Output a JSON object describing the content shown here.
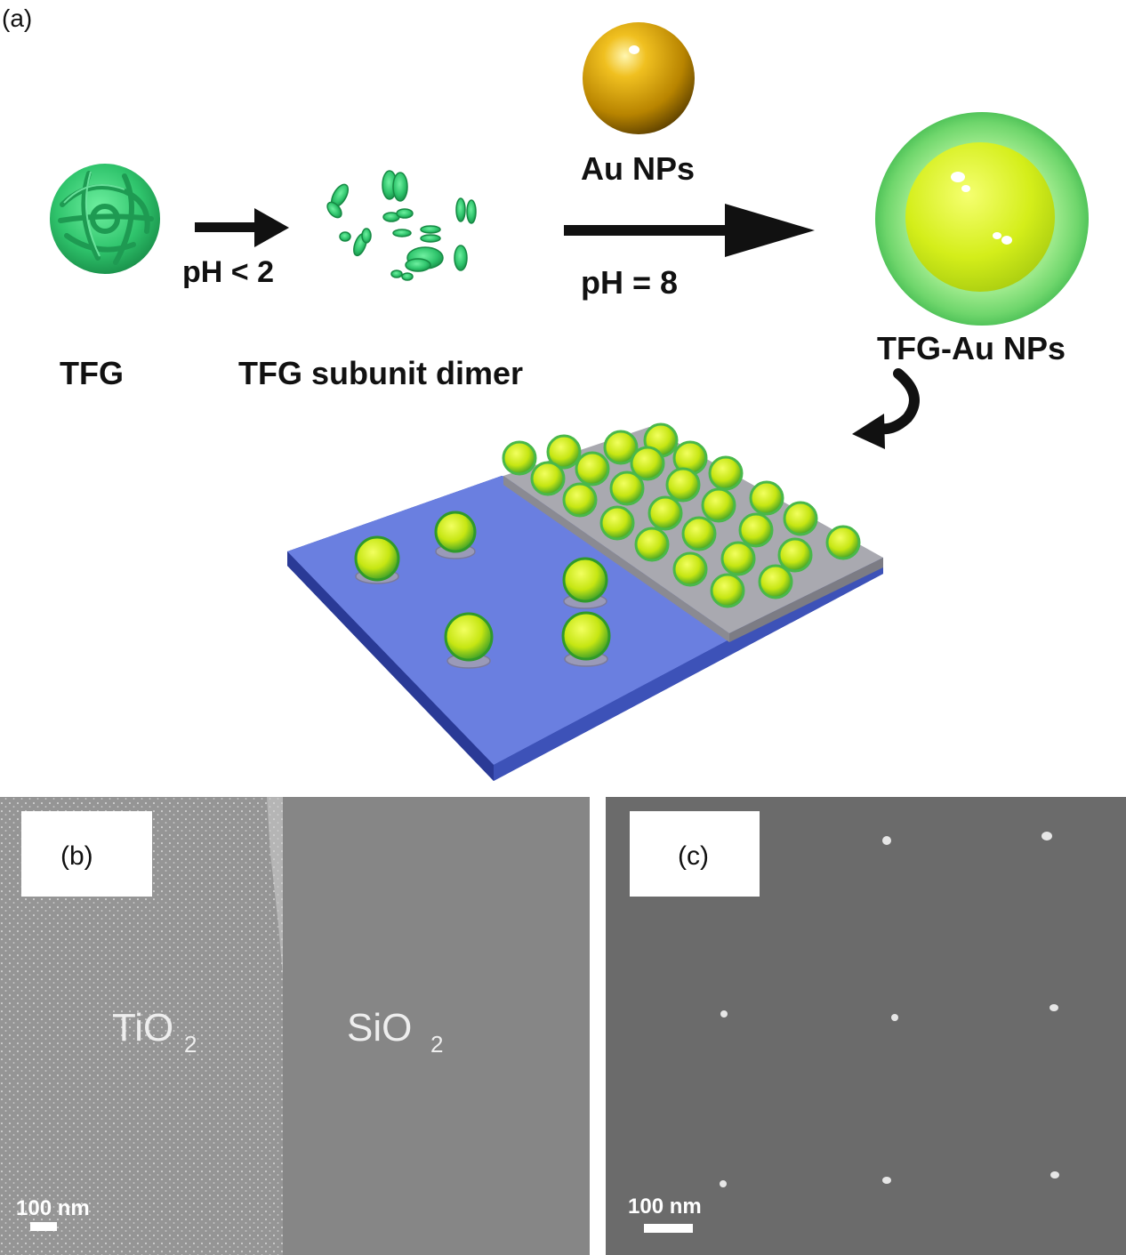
{
  "panel_a": {
    "label": "(a)",
    "tfg_label": "TFG",
    "ph_acid": "pH < 2",
    "dimer_label": "TFG subunit dimer",
    "au_label": "Au NPs",
    "ph_basic": "pH = 8",
    "product_label": "TFG-Au NPs"
  },
  "panel_b": {
    "label": "(b)",
    "left_region": "TiO",
    "left_sub": "2",
    "right_region": "SiO",
    "right_sub": "2",
    "scale_bar": "100 nm"
  },
  "panel_c": {
    "label": "(c)",
    "scale_bar": "100 nm"
  },
  "colors": {
    "protein_green": "#2fc46c",
    "gold": "#d9a100",
    "shell_green": "#7de07a",
    "core_yellow": "#d8f020",
    "substrate_blue": "#6a7fe0",
    "pattern_gray": "#a9a9b0"
  }
}
